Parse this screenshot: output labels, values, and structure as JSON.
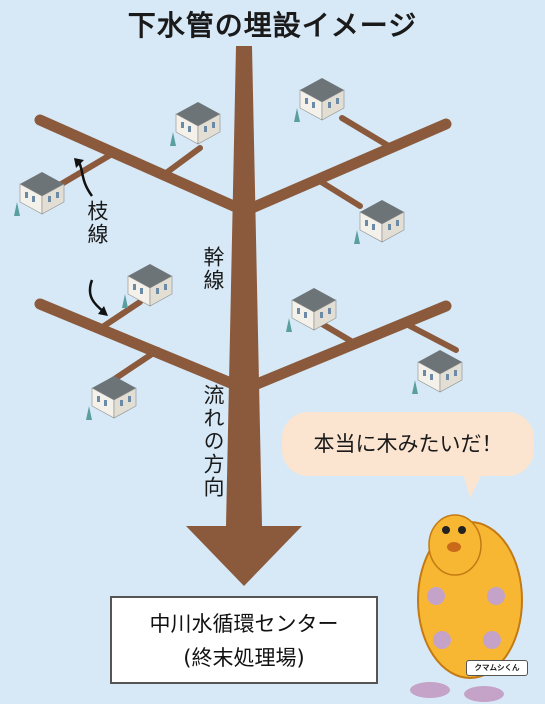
{
  "title": "下水管の埋設イメージ",
  "branch_label": "枝線",
  "trunk_label": "幹線",
  "flow_label": "流れの方向",
  "treatment_center": {
    "name": "中川水循環センター",
    "subtitle": "(終末処理場)"
  },
  "speech_bubble": "本当に木みたいだ！",
  "mascot_name": "クマムシくん",
  "colors": {
    "background": "#d7e9f7",
    "pipe": "#8b5a3c",
    "bubble": "#fbe4d0",
    "mascot": "#f7b733"
  }
}
